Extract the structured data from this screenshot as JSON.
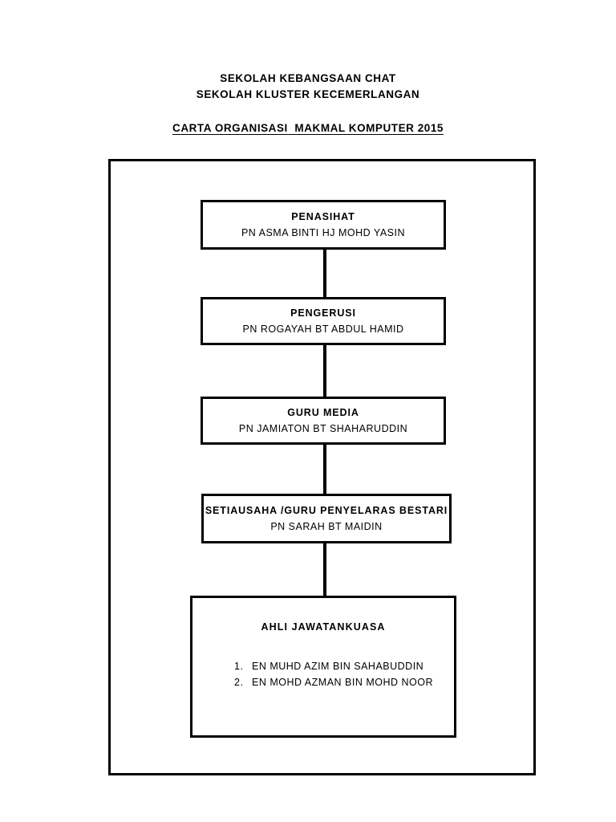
{
  "header": {
    "school_line_1": "SEKOLAH KEBANGSAAN CHAT",
    "school_line_2": "SEKOLAH KLUSTER KECEMERLANGAN",
    "document_title": "CARTA ORGANISASI  MAKMAL KOMPUTER 2015"
  },
  "chart_data": {
    "type": "diagram",
    "title": "CARTA ORGANISASI  MAKMAL KOMPUTER 2015",
    "layout": "vertical-hierarchy",
    "nodes": [
      {
        "id": "penasihat",
        "role": "PENASIHAT",
        "person": "PN ASMA BINTI HJ MOHD YASIN",
        "level": 1
      },
      {
        "id": "pengerusi",
        "role": "PENGERUSI",
        "person": "PN ROGAYAH BT ABDUL HAMID",
        "level": 2
      },
      {
        "id": "guru-media",
        "role": "GURU MEDIA",
        "person": "PN JAMIATON BT SHAHARUDDIN",
        "level": 3
      },
      {
        "id": "setiausaha",
        "role": "SETIAUSAHA /GURU PENYELARAS BESTARI",
        "person": "PN SARAH BT MAIDIN",
        "level": 4
      },
      {
        "id": "ahli-jawatankuasa",
        "role": "AHLI JAWATANKUASA",
        "level": 5,
        "members": [
          {
            "number": "1.",
            "name": "EN MUHD AZIM BIN SAHABUDDIN"
          },
          {
            "number": "2.",
            "name": "EN MOHD AZMAN BIN MOHD NOOR"
          }
        ]
      }
    ],
    "edges": [
      {
        "from": "penasihat",
        "to": "pengerusi"
      },
      {
        "from": "pengerusi",
        "to": "guru-media"
      },
      {
        "from": "guru-media",
        "to": "setiausaha"
      },
      {
        "from": "setiausaha",
        "to": "ahli-jawatankuasa"
      }
    ],
    "colors": {
      "line": "#000000",
      "text": "#000000",
      "background": "#ffffff"
    }
  }
}
